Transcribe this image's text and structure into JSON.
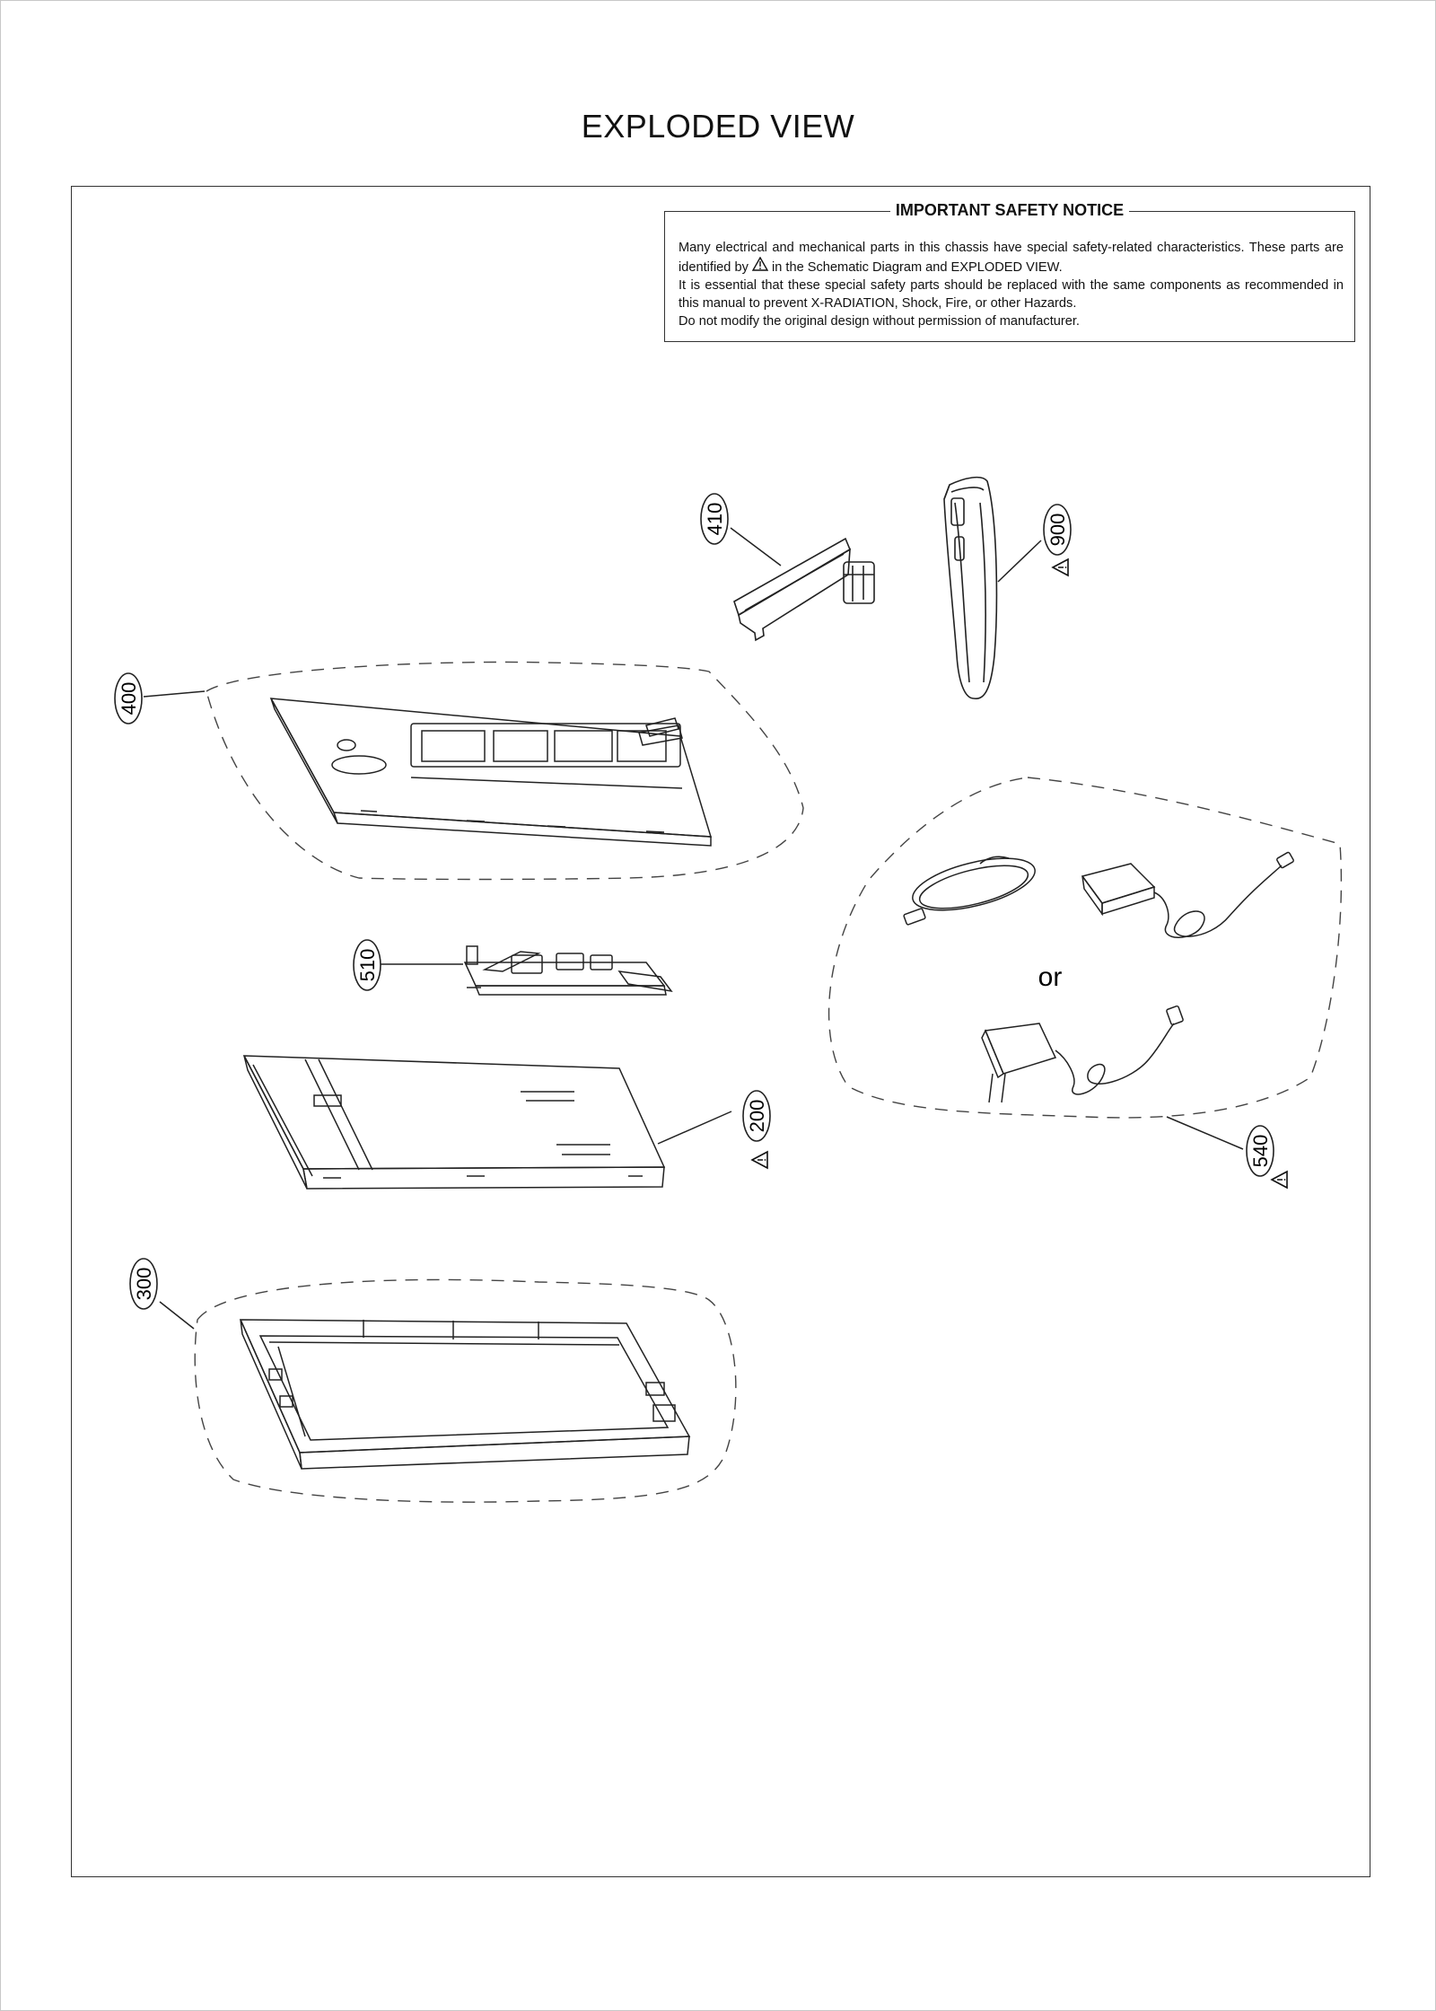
{
  "page": {
    "title": "EXPLODED VIEW"
  },
  "notice": {
    "title": "IMPORTANT SAFETY NOTICE",
    "line1_a": "Many electrical and mechanical parts in this chassis have special safety-related characteristics. These parts are identified by",
    "line1_b": "in the Schematic Diagram and EXPLODED VIEW.",
    "line2": "It is essential that these special safety parts should be replaced with the same components as recommended in this manual to prevent X-RADIATION, Shock, Fire, or other Hazards.",
    "line3": "Do not modify the original design without permission of manufacturer.",
    "warning_icon": "warning-triangle-icon"
  },
  "callouts": {
    "p410": "410",
    "p900": "900",
    "p400": "400",
    "p510": "510",
    "p200": "200",
    "p540": "540",
    "p300": "300"
  },
  "alternative": {
    "or_label": "or"
  }
}
